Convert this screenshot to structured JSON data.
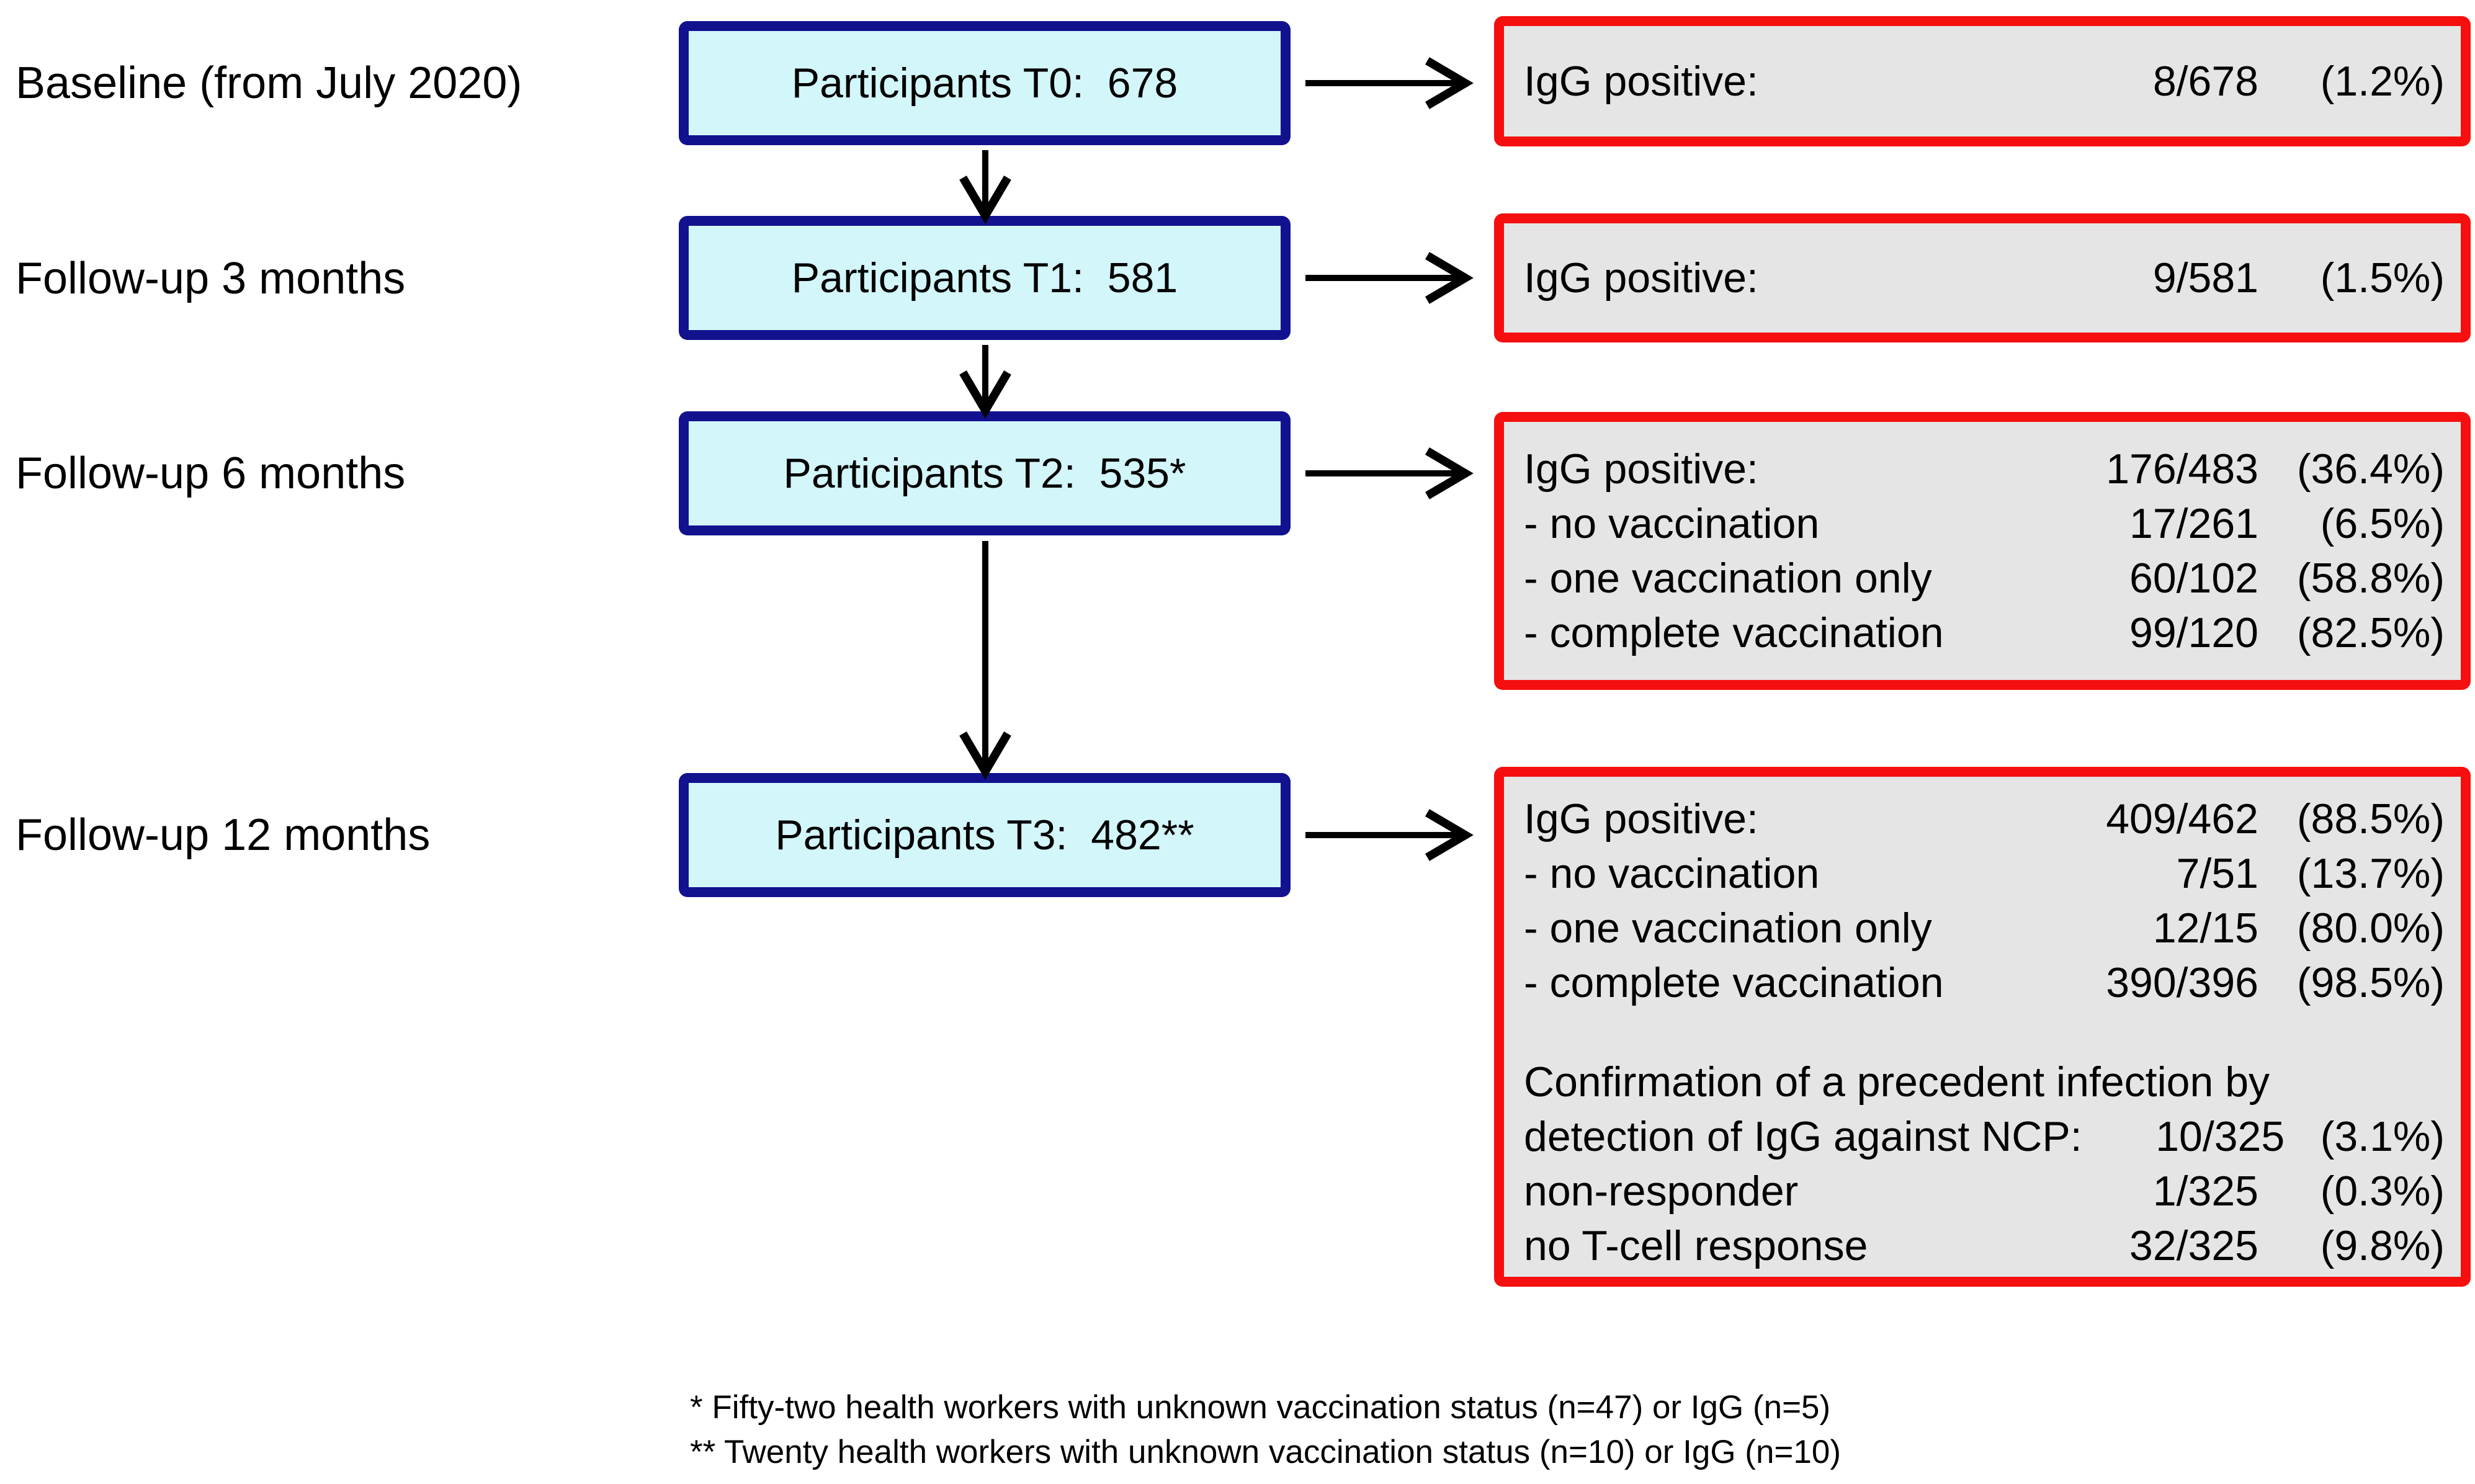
{
  "figure": {
    "type": "study-flowchart",
    "colors": {
      "participant_box_border": "#12128f",
      "participant_box_fill": "#d2f6fa",
      "result_box_border": "#f50f0f",
      "result_box_fill": "#e5e5e5",
      "arrow": "#000000",
      "text": "#000000"
    },
    "timeline_labels": [
      "Baseline (from July 2020)",
      "Follow-up 3 months",
      "Follow-up 6 months",
      "Follow-up 12 months"
    ],
    "participant_boxes": [
      "Participants T0:  678",
      "Participants T1:  581",
      "Participants T2:  535*",
      "Participants T3:  482**"
    ],
    "result_boxes": {
      "t0": {
        "rows": [
          {
            "label": "IgG positive:",
            "fraction": "8/678",
            "pct": "(1.2%)"
          }
        ]
      },
      "t1": {
        "rows": [
          {
            "label": "IgG positive:",
            "fraction": "9/581",
            "pct": "(1.5%)"
          }
        ]
      },
      "t2": {
        "rows": [
          {
            "label": "IgG positive:",
            "fraction": "176/483",
            "pct": "(36.4%)"
          },
          {
            "label": "- no vaccination",
            "fraction": "17/261",
            "pct": "(6.5%)"
          },
          {
            "label": "- one vaccination only",
            "fraction": "60/102",
            "pct": "(58.8%)"
          },
          {
            "label": "- complete vaccination",
            "fraction": "99/120",
            "pct": "(82.5%)"
          }
        ]
      },
      "t3": {
        "rows": [
          {
            "label": "IgG positive:",
            "fraction": "409/462",
            "pct": "(88.5%)"
          },
          {
            "label": "- no vaccination",
            "fraction": "7/51",
            "pct": "(13.7%)"
          },
          {
            "label": "- one vaccination only",
            "fraction": "12/15",
            "pct": "(80.0%)"
          },
          {
            "label": "- complete vaccination",
            "fraction": "390/396",
            "pct": "(98.5%)"
          }
        ],
        "confirmation_intro": "Confirmation of a precedent infection by",
        "confirmation_rows": [
          {
            "label": "detection of IgG against NCP:",
            "fraction": "10/325",
            "pct": "(3.1%)"
          },
          {
            "label": "non-responder",
            "fraction": "1/325",
            "pct": "(0.3%)"
          },
          {
            "label": "no T-cell response",
            "fraction": "32/325",
            "pct": "(9.8%)"
          }
        ]
      }
    },
    "footnotes": [
      "* Fifty-two health workers with unknown vaccination status (n=47) or IgG (n=5)",
      "** Twenty health workers with unknown vaccination status (n=10) or IgG (n=10)"
    ]
  }
}
